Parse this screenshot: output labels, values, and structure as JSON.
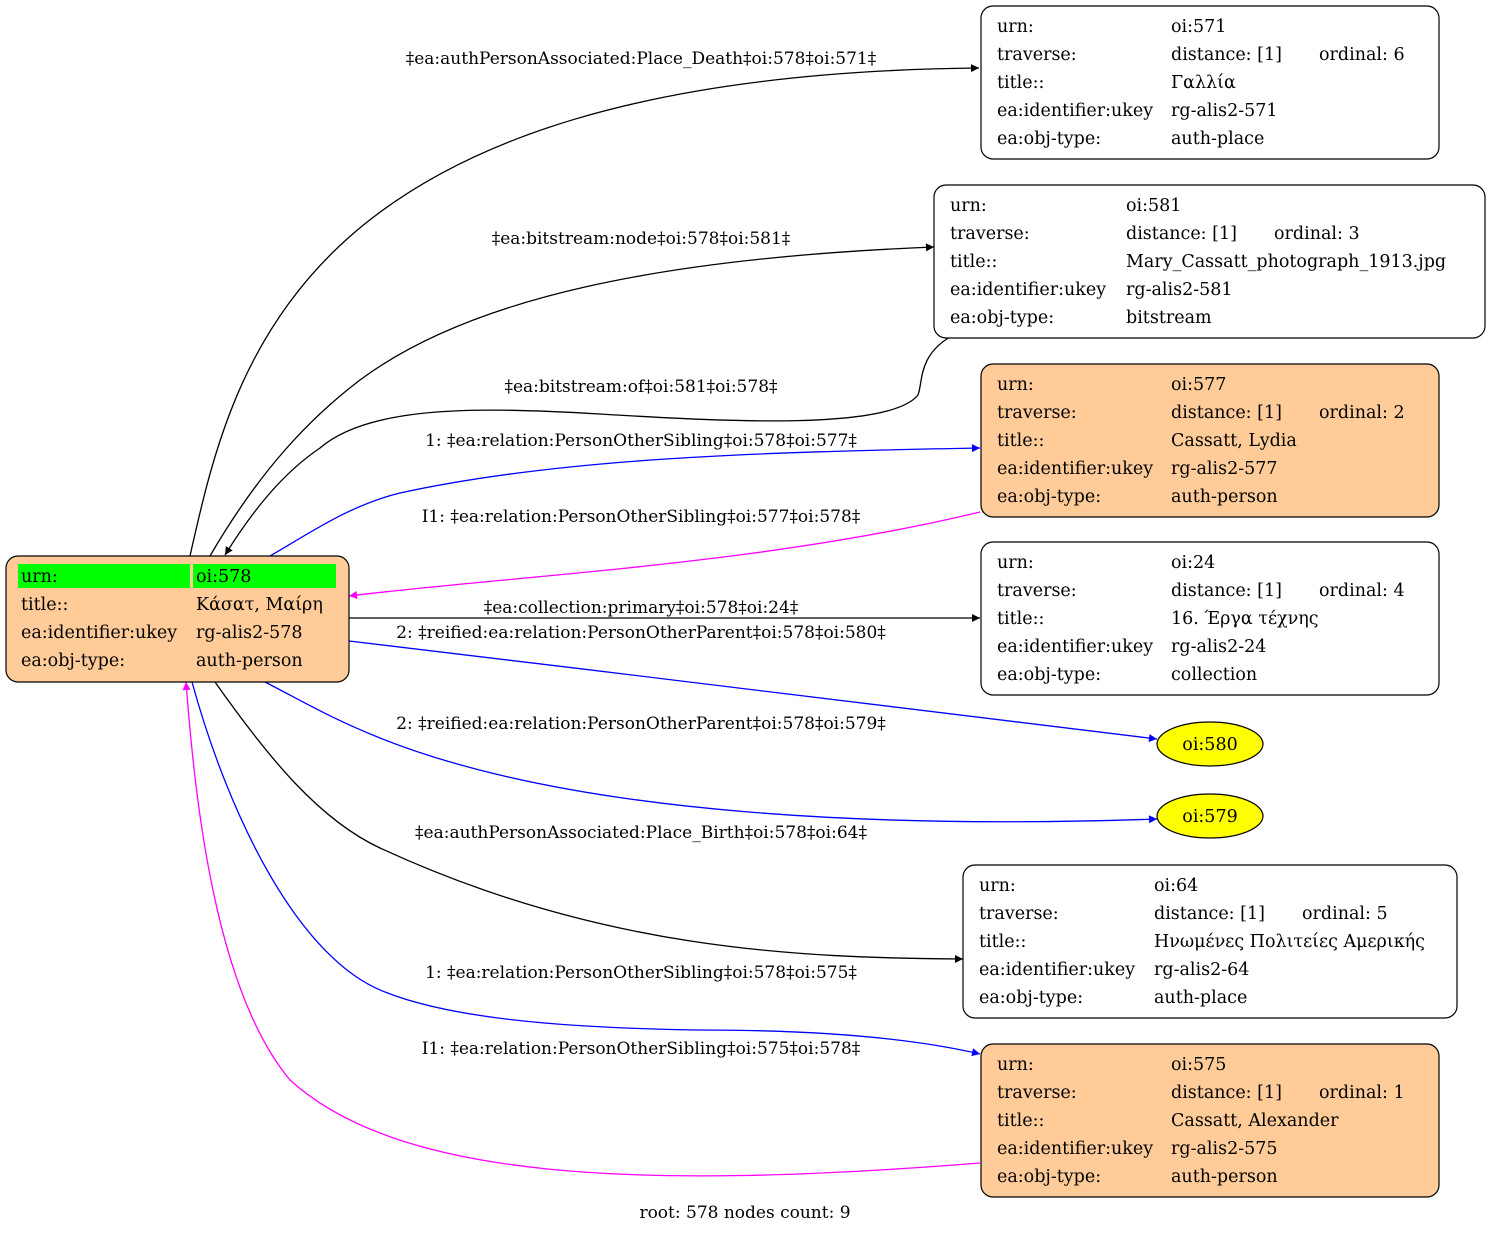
{
  "colors": {
    "black": "#000000",
    "blue": "#0000ff",
    "magenta": "#ff00ff",
    "peach": "#ffcc99",
    "white": "#ffffff",
    "yellow": "#ffff00",
    "green": "#00ff00"
  },
  "root": {
    "rows": [
      {
        "key": "urn:",
        "value": "oi:578"
      },
      {
        "key": "title::",
        "value": "Κάσατ, Μαίρη"
      },
      {
        "key": "ea:identifier:ukey",
        "value": "rg-alis2-578"
      },
      {
        "key": "ea:obj-type:",
        "value": "auth-person"
      }
    ]
  },
  "nodes": {
    "n571": {
      "urn": "oi:571",
      "distance": "distance: [1]",
      "ordinal": "ordinal: 6",
      "title": "Γαλλία",
      "ukey": "rg-alis2-571",
      "objtype": "auth-place"
    },
    "n581": {
      "urn": "oi:581",
      "distance": "distance: [1]",
      "ordinal": "ordinal: 3",
      "title": "Mary_Cassatt_photograph_1913.jpg",
      "ukey": "rg-alis2-581",
      "objtype": "bitstream"
    },
    "n577": {
      "urn": "oi:577",
      "distance": "distance: [1]",
      "ordinal": "ordinal: 2",
      "title": "Cassatt, Lydia",
      "ukey": "rg-alis2-577",
      "objtype": "auth-person"
    },
    "n24": {
      "urn": "oi:24",
      "distance": "distance: [1]",
      "ordinal": "ordinal: 4",
      "title": "16. Έργα τέχνης",
      "ukey": "rg-alis2-24",
      "objtype": "collection"
    },
    "n64": {
      "urn": "oi:64",
      "distance": "distance: [1]",
      "ordinal": "ordinal: 5",
      "title": "Ηνωμένες Πολιτείες Αμερικής",
      "ukey": "rg-alis2-64",
      "objtype": "auth-place"
    },
    "n575": {
      "urn": "oi:575",
      "distance": "distance: [1]",
      "ordinal": "ordinal: 1",
      "title": "Cassatt, Alexander",
      "ukey": "rg-alis2-575",
      "objtype": "auth-person"
    }
  },
  "field_keys": {
    "urn": "urn:",
    "traverse": "traverse:",
    "title": "title::",
    "ukey": "ea:identifier:ukey",
    "objtype": "ea:obj-type:"
  },
  "ellipses": {
    "n580": "oi:580",
    "n579": "oi:579"
  },
  "edge_labels": {
    "e571": "‡ea:authPersonAssociated:Place_Death‡oi:578‡oi:571‡",
    "e581": "‡ea:bitstream:node‡oi:578‡oi:581‡",
    "e581back": "‡ea:bitstream:of‡oi:581‡oi:578‡",
    "e577": "1: ‡ea:relation:PersonOtherSibling‡oi:578‡oi:577‡",
    "e577back": "I1: ‡ea:relation:PersonOtherSibling‡oi:577‡oi:578‡",
    "e24": "‡ea:collection:primary‡oi:578‡oi:24‡",
    "e580": "2: ‡reified:ea:relation:PersonOtherParent‡oi:578‡oi:580‡",
    "e579": "2: ‡reified:ea:relation:PersonOtherParent‡oi:578‡oi:579‡",
    "e64": "‡ea:authPersonAssociated:Place_Birth‡oi:578‡oi:64‡",
    "e575": "1: ‡ea:relation:PersonOtherSibling‡oi:578‡oi:575‡",
    "e575back": "I1: ‡ea:relation:PersonOtherSibling‡oi:575‡oi:578‡"
  },
  "footer": "root: 578 nodes count: 9"
}
